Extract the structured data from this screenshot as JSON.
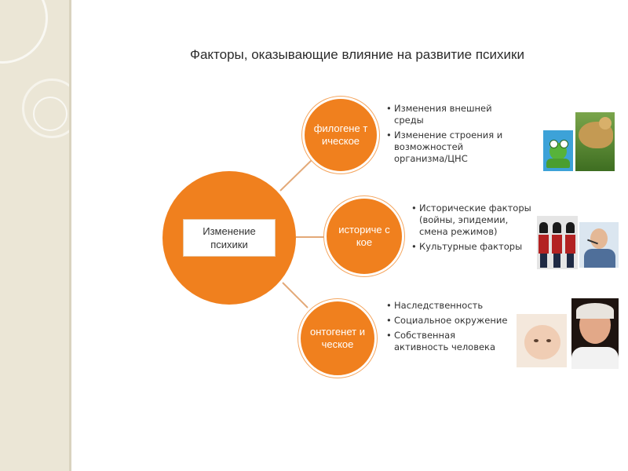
{
  "title": "Факторы, оказывающие влияние на развитие психики",
  "colors": {
    "accent": "#f0801e",
    "connector": "#e3a978",
    "panel": "#ebe6d6"
  },
  "center": {
    "label": "Изменение психики"
  },
  "branches": [
    {
      "label": "филогене тическое",
      "items": [
        "Изменения внешней среды",
        "Изменение строения и возможностей организма/ЦНС"
      ]
    },
    {
      "label": "историче ское",
      "items": [
        "Исторические факторы (войны, эпидемии, смена режимов)",
        "Культурные факторы"
      ]
    },
    {
      "label": "онтогенет ическое",
      "items": [
        "Наследственность",
        "Социальное окружение",
        "Собственная активность человека"
      ]
    }
  ],
  "photos": [
    "frog-photo",
    "animal-photo",
    "guards-photo",
    "man-headset-photo",
    "baby-photo",
    "old-man-photo"
  ]
}
